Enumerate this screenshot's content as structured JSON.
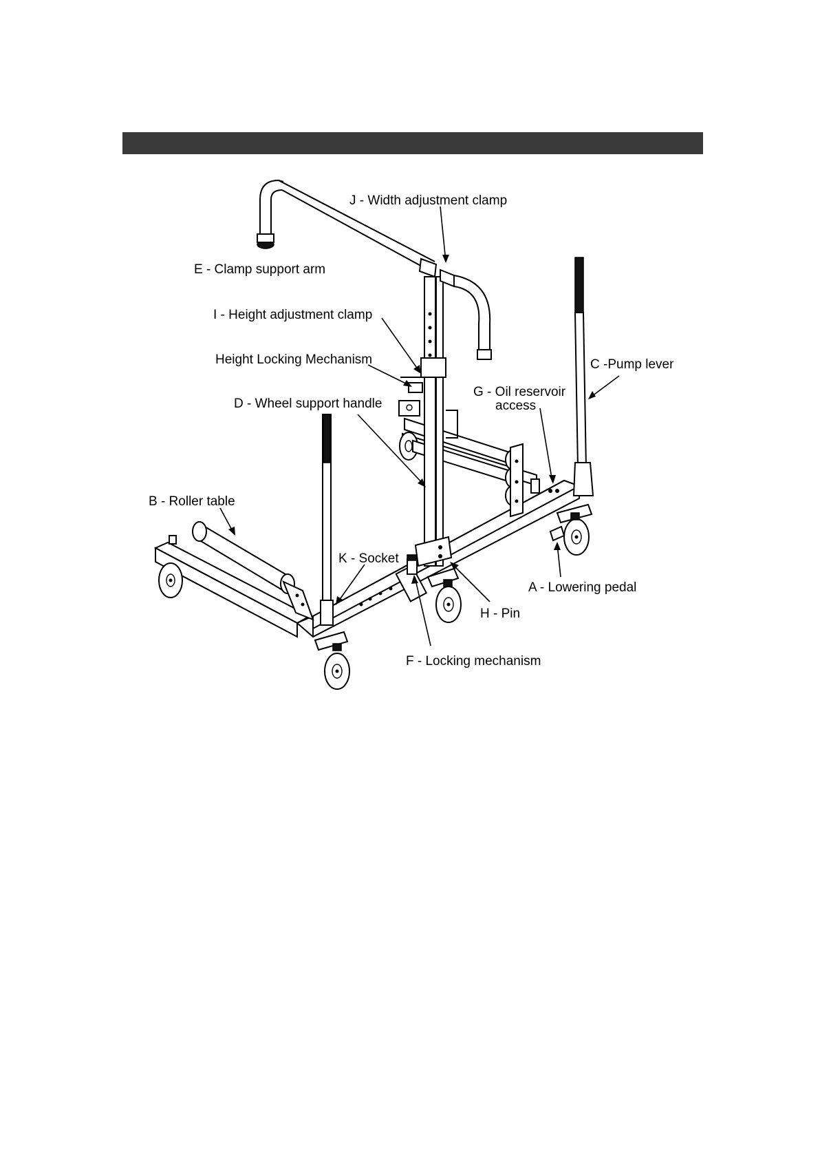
{
  "labels": {
    "j": "J - Width adjustment clamp",
    "e": "E - Clamp support arm",
    "i": "I - Height adjustment clamp",
    "height_lock": "Height Locking Mechanism",
    "c": "C -Pump lever",
    "g_line1": "G - Oil reservoir",
    "g_line2": "access",
    "d": "D - Wheel support handle",
    "b": "B - Roller table",
    "k": "K - Socket",
    "a": "A - Lowering pedal",
    "h": "H - Pin",
    "f": "F - Locking mechanism"
  }
}
